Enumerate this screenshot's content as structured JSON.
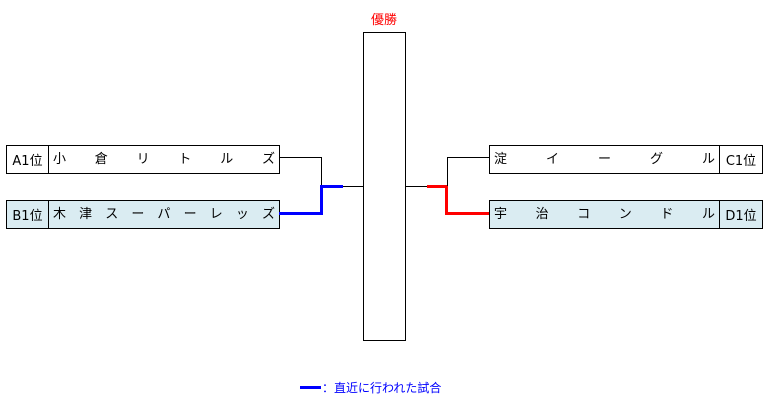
{
  "title": "優勝",
  "colors": {
    "recent_match": "#0000ff",
    "winner_path": "#ff0000",
    "highlight_bg": "#daecf2",
    "title": "#ff0000"
  },
  "teams": {
    "a1": {
      "seed": "A1位",
      "name": "小倉リトルズ"
    },
    "b1": {
      "seed": "B1位",
      "name": "木津スーパーレッズ"
    },
    "c1": {
      "seed": "C1位",
      "name": "淀イーグル"
    },
    "d1": {
      "seed": "D1位",
      "name": "宇治コンドル"
    }
  },
  "legend": {
    "text": "：直近に行われた試合"
  }
}
